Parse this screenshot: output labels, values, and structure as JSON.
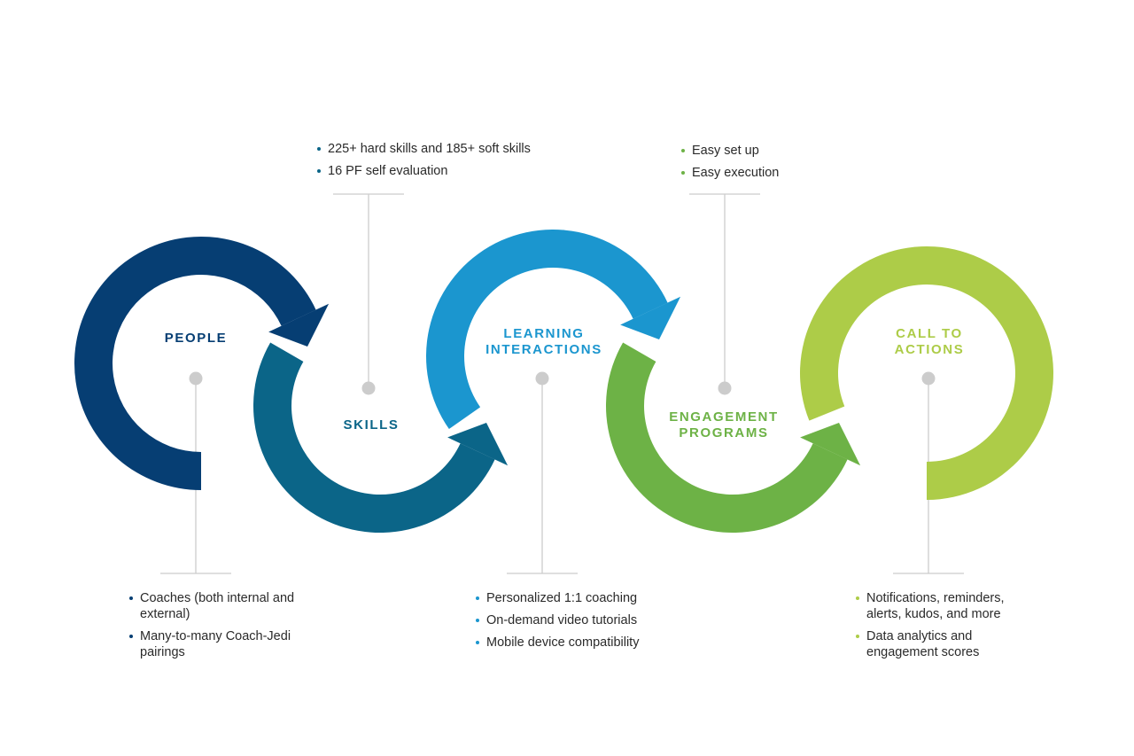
{
  "colors": {
    "people": "#063e73",
    "skills": "#0b6588",
    "learning": "#1b96cf",
    "engagement": "#6db246",
    "call": "#adcc48",
    "connector": "#cccccc"
  },
  "stages": [
    {
      "id": "people",
      "title_lines": [
        "PEOPLE"
      ]
    },
    {
      "id": "skills",
      "title_lines": [
        "SKILLS"
      ]
    },
    {
      "id": "learning",
      "title_lines": [
        "LEARNING",
        "INTERACTIONS"
      ]
    },
    {
      "id": "engagement",
      "title_lines": [
        "ENGAGEMENT",
        "PROGRAMS"
      ]
    },
    {
      "id": "call",
      "title_lines": [
        "CALL TO",
        "ACTIONS"
      ]
    }
  ],
  "bullets": {
    "people": [
      "Coaches (both internal and external)",
      "Many-to-many Coach-Jedi pairings"
    ],
    "skills": [
      "225+ hard skills and 185+ soft skills",
      "16 PF self evaluation"
    ],
    "learning": [
      "Personalized 1:1 coaching",
      "On-demand video tutorials",
      "Mobile device compatibility"
    ],
    "engagement": [
      "Easy set up",
      "Easy execution"
    ],
    "call": [
      "Notifications, reminders, alerts, kudos, and more",
      "Data analytics and engagement scores"
    ]
  }
}
